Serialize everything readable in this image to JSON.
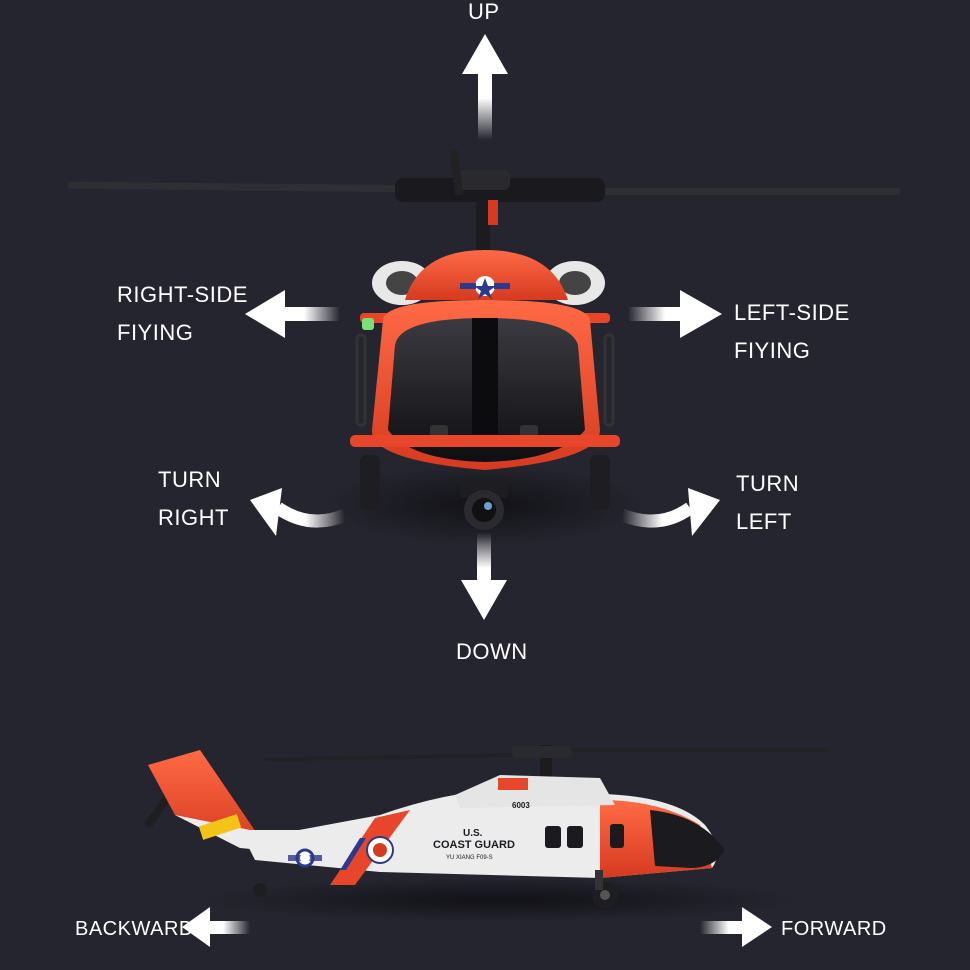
{
  "labels": {
    "up": "UP",
    "down": "DOWN",
    "right_side": [
      "RIGHT-SIDE",
      "FIYING"
    ],
    "left_side": [
      "LEFT-SIDE",
      "FIYING"
    ],
    "turn_right": [
      "TURN",
      "RIGHT"
    ],
    "turn_left": [
      "TURN",
      "LEFT"
    ],
    "backward": "BACKWARD",
    "forward": "FORWARD"
  },
  "livery": {
    "line1": "U.S.",
    "line2": "COAST GUARD",
    "model": "YU XIANG F09-S",
    "tail_number": "6003"
  },
  "colors": {
    "background": "#25252f",
    "arrow": "#ffffff",
    "fuselage_red": "#e8462a",
    "fuselage_white": "#eeeeee",
    "canopy": "#1b1b1f"
  }
}
